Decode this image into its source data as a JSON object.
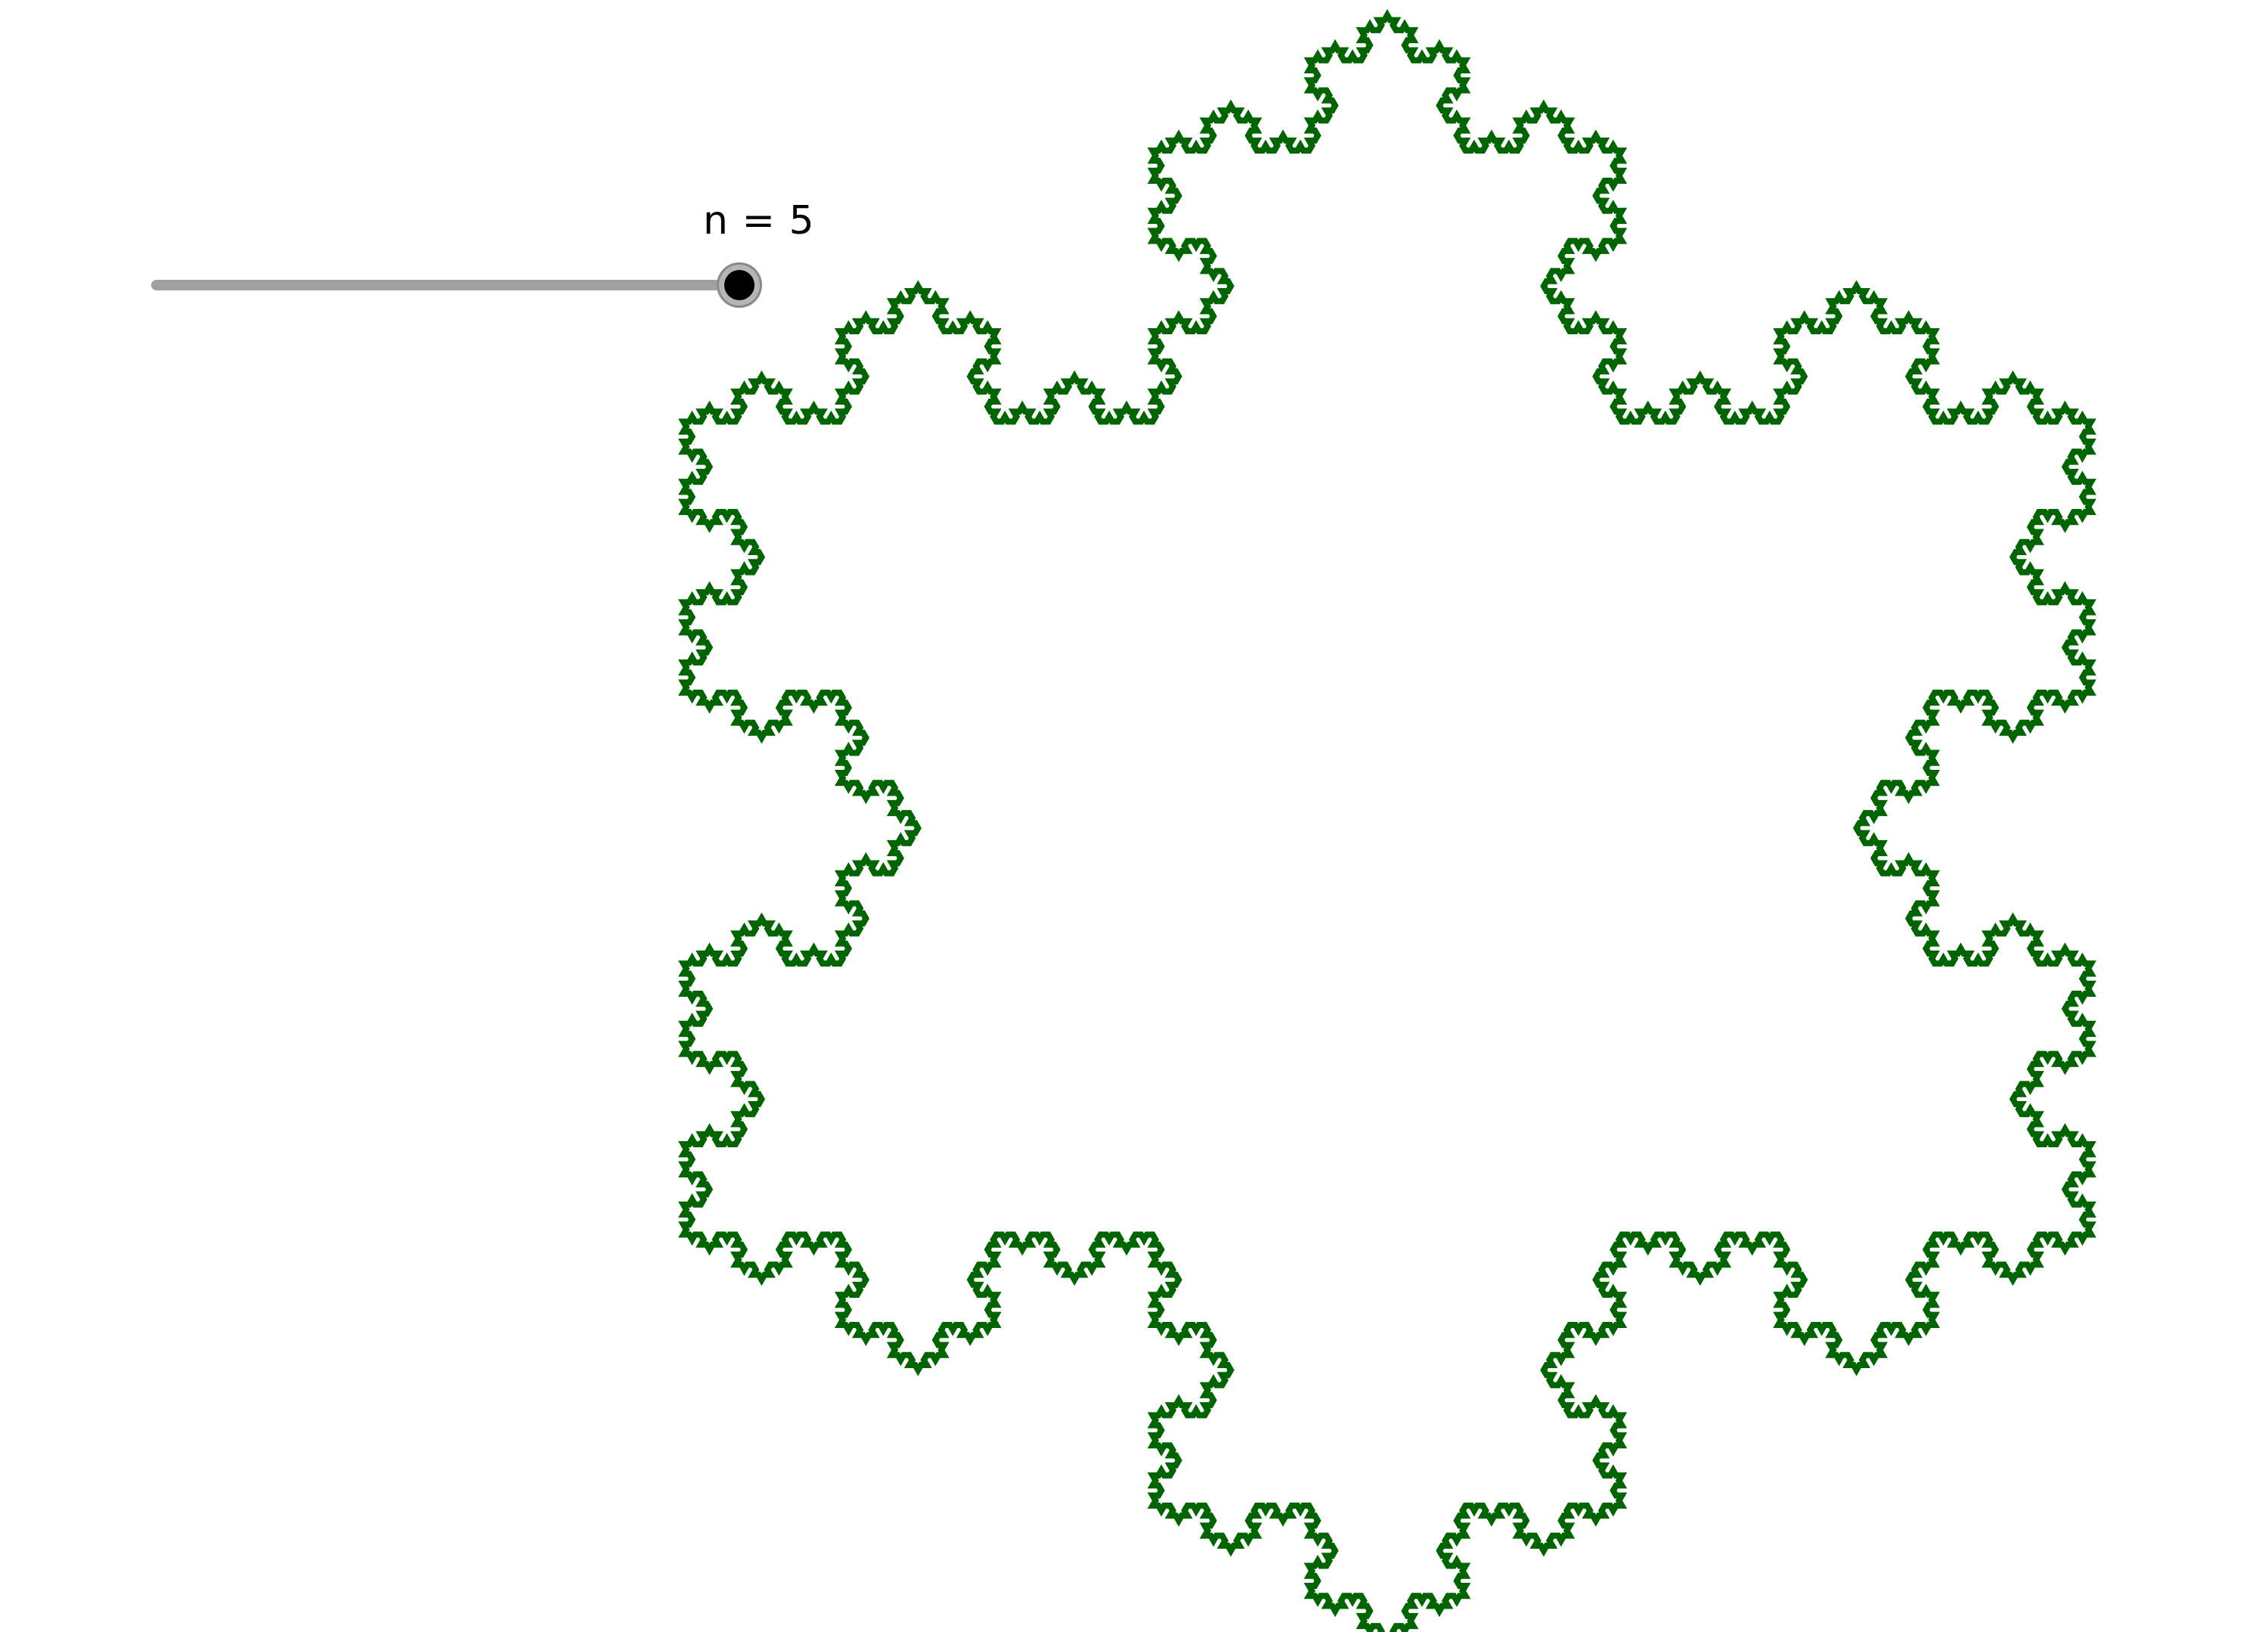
{
  "slider": {
    "variable": "n",
    "value": 5,
    "min": 0,
    "max": 5,
    "label": "n = 5"
  },
  "fractal": {
    "type": "koch-antisnowflake",
    "iterations": 5,
    "stroke_color": "#006400",
    "fill": "none"
  }
}
